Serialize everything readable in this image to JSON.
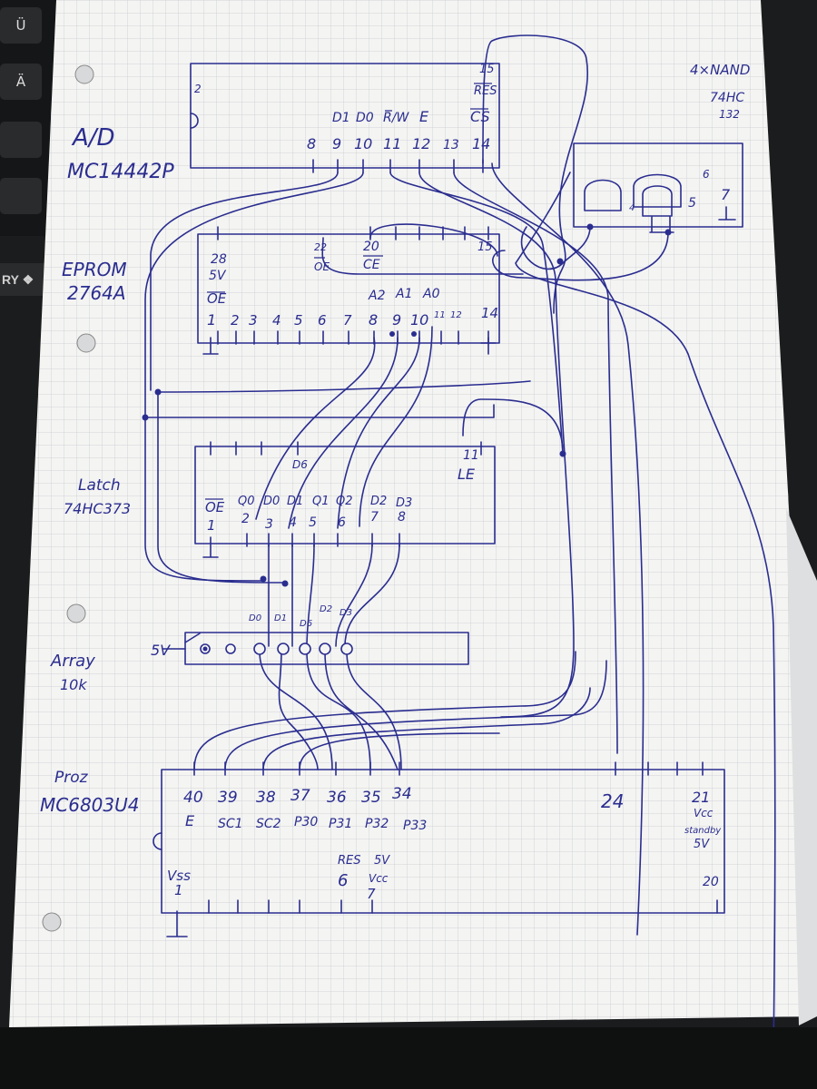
{
  "keyboard": {
    "keys": [
      "Ü",
      "Ä",
      "",
      ""
    ],
    "logo_text": "RY ❖"
  },
  "colors": {
    "ink": "#2a2d8f",
    "paper": "#f4f4f2",
    "grid": "#c9ccd4",
    "background": "#1b1c1e"
  },
  "chips": {
    "adc": {
      "label1": "A/D",
      "label2": "MC14442P",
      "pins_top": [
        "2",
        "15",
        "RES"
      ],
      "pin_names": [
        "D1",
        "D0",
        "R/W",
        "E",
        "CS"
      ],
      "pin_numbers": [
        "8",
        "9",
        "10",
        "11",
        "12",
        "13",
        "14"
      ]
    },
    "nand": {
      "label1": "4×NAND",
      "label2": "74HC",
      "label3": "132",
      "pins": [
        "4",
        "5",
        "6",
        "7"
      ]
    },
    "eprom": {
      "label1": "EPROM",
      "label2": "2764A",
      "top_pins": [
        "28",
        "5V",
        "22",
        "OE",
        "20",
        "CE",
        "15"
      ],
      "bottom_names": [
        "OE",
        "A2",
        "A1",
        "A0"
      ],
      "bottom_numbers": [
        "1",
        "2",
        "3",
        "4",
        "5",
        "6",
        "7",
        "8",
        "9",
        "10",
        "11",
        "12",
        "14"
      ]
    },
    "latch": {
      "label1": "Latch",
      "label2": "74HC373",
      "top_pins": [
        "D6",
        "11",
        "LE"
      ],
      "names": [
        "OE",
        "Q0",
        "D0",
        "D1",
        "Q1",
        "Q2",
        "D2",
        "D3"
      ],
      "numbers": [
        "1",
        "2",
        "3",
        "4",
        "5",
        "6",
        "7",
        "8"
      ]
    },
    "array": {
      "label1": "Array",
      "label2": "10k",
      "supply": "5V",
      "pin_labels": [
        "D0",
        "D1",
        "D6",
        "D2",
        "D3"
      ]
    },
    "proz": {
      "label1": "Proz",
      "label2": "MC6803U4",
      "top_numbers": [
        "40",
        "39",
        "38",
        "37",
        "36",
        "35",
        "34",
        "24",
        "21"
      ],
      "top_names": [
        "E",
        "SC1",
        "SC2",
        "P30",
        "P31",
        "P32",
        "P33"
      ],
      "right_names": [
        "Vcc",
        "standby",
        "5V"
      ],
      "bottom_labels": [
        "Vss",
        "1",
        "RES",
        "5V",
        "6",
        "Vcc",
        "7",
        "20"
      ]
    }
  }
}
